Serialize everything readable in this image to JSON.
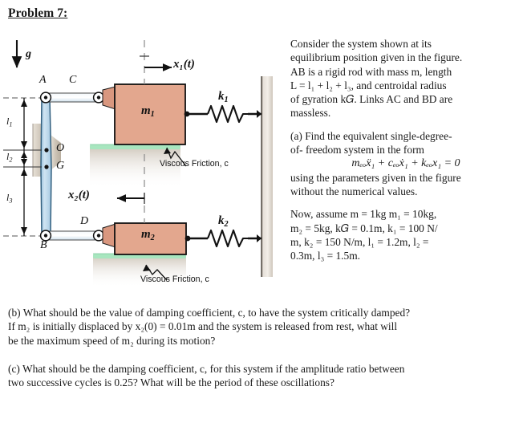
{
  "title": "Problem 7:",
  "figure": {
    "labels": {
      "gravity": "g",
      "point_a": "A",
      "point_b": "B",
      "point_c": "C",
      "point_d": "D",
      "point_o": "O",
      "point_g": "G",
      "mass1": "m",
      "mass1_sub": "1",
      "mass2": "m",
      "mass2_sub": "2",
      "spring1": "k",
      "spring1_sub": "1",
      "spring2": "k",
      "spring2_sub": "2",
      "len1": "l",
      "len1_sub": "1",
      "len2": "l",
      "len2_sub": "2",
      "len3": "l",
      "len3_sub": "3",
      "x1": "x₁(t)",
      "x2": "x₂(t)",
      "friction_top": "Viscous Friction, c",
      "friction_bottom": "Viscous Friction, c"
    },
    "colors": {
      "mass_fill": "#e3a78e",
      "mass_stroke": "#1a1a1a",
      "rod_fill": "#b9d6ea",
      "rod_stroke": "#2b4b66",
      "ground_strip": "#a8e6bf",
      "ground_shadow": "#d9d2c8",
      "wall": "#ded8d0",
      "support": "#cfc6ba"
    }
  },
  "statement": {
    "intro_lines": [
      "Consider the system shown at its",
      "equilibrium position given in the figure.",
      "AB is a rigid rod with mass m, length",
      "L = l₁ + l₂ + l₃, and centroidal radius",
      "of gyration k𝐺. Links AC and BD are",
      "massless."
    ],
    "part_a_lines": [
      "(a) Find the equivalent single-degree-",
      "of- freedom system in the form"
    ],
    "equation": "mₑₒẍ₁ + cₑₒẋ₁ + kₑₒx₁ = 0",
    "part_a_tail_lines": [
      "using the parameters given in the figure",
      "without the numerical values."
    ],
    "numbers_lines": [
      "Now, assume m  = 1kg  m₁  = 10kg,",
      "m₂  = 5kg, k𝐺 = 0.1m, k₁ = 100 N/",
      "m, k₂ = 150 N/m, l₁ = 1.2m,   l₂ =",
      "0.3m, l₃ = 1.5m."
    ],
    "part_b_lines": [
      "(b) What should be the value of damping coefficient, c, to have the system critically damped?",
      "If m₂ is initially displaced by x₂(0) = 0.01m and the system is released from rest, what will",
      "be the maximum speed of m₂ during its motion?"
    ],
    "part_c_lines": [
      "(c) What should be the damping coefficient, c, for this system if the amplitude ratio between",
      "two successive cycles is 0.25? What will be the period of these oscillations?"
    ]
  }
}
